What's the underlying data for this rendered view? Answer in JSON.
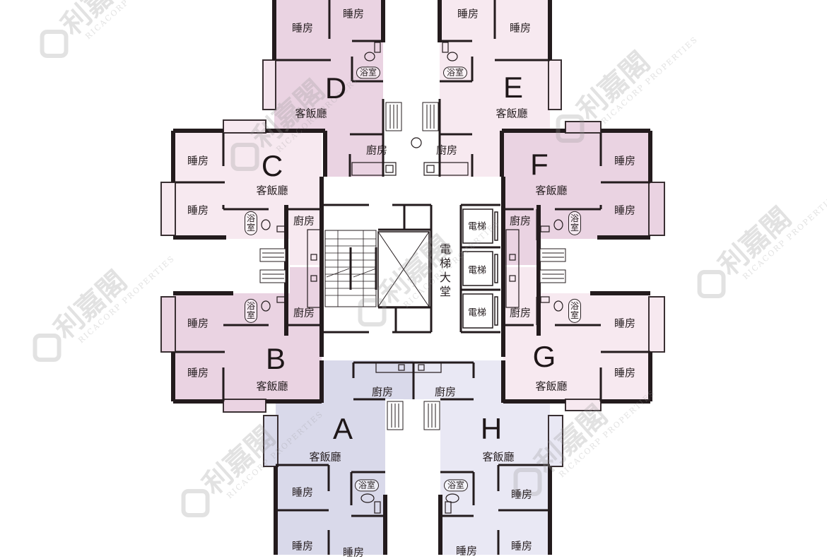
{
  "watermark": {
    "chinese": "利嘉閣",
    "english": "RICACORP PROPERTIES"
  },
  "colors": {
    "unit_pink_dark": "#ead3e2",
    "unit_pink_light": "#f7e9f0",
    "unit_lavender_dark": "#d9d9ea",
    "unit_lavender_light": "#e9e8f4",
    "wall": "#231b1d",
    "core": "#ffffff"
  },
  "core": {
    "lobby_label": "電梯大堂",
    "lifts": [
      {
        "label": "電梯"
      },
      {
        "label": "電梯"
      },
      {
        "label": "電梯"
      }
    ]
  },
  "units": {
    "A": {
      "letter": "A",
      "living": "客飯廳",
      "kitchen": "廚房",
      "bath": "浴室",
      "bedrooms": [
        "睡房",
        "睡房",
        "睡房"
      ]
    },
    "B": {
      "letter": "B",
      "living": "客飯廳",
      "kitchen": "廚房",
      "bath": "浴室",
      "bedrooms": [
        "睡房",
        "睡房"
      ]
    },
    "C": {
      "letter": "C",
      "living": "客飯廳",
      "kitchen": "廚房",
      "bath": "浴室",
      "bedrooms": [
        "睡房",
        "睡房"
      ]
    },
    "D": {
      "letter": "D",
      "living": "客飯廳",
      "kitchen": "廚房",
      "bath": "浴室",
      "bedrooms": [
        "睡房",
        "睡房"
      ]
    },
    "E": {
      "letter": "E",
      "living": "客飯廳",
      "kitchen": "廚房",
      "bath": "浴室",
      "bedrooms": [
        "睡房",
        "睡房"
      ]
    },
    "F": {
      "letter": "F",
      "living": "客飯廳",
      "kitchen": "廚房",
      "bath": "浴室",
      "bedrooms": [
        "睡房",
        "睡房"
      ]
    },
    "G": {
      "letter": "G",
      "living": "客飯廳",
      "kitchen": "廚房",
      "bath": "浴室",
      "bedrooms": [
        "睡房",
        "睡房"
      ]
    },
    "H": {
      "letter": "H",
      "living": "客飯廳",
      "kitchen": "廚房",
      "bath": "浴室",
      "bedrooms": [
        "睡房",
        "睡房",
        "睡房"
      ]
    }
  }
}
